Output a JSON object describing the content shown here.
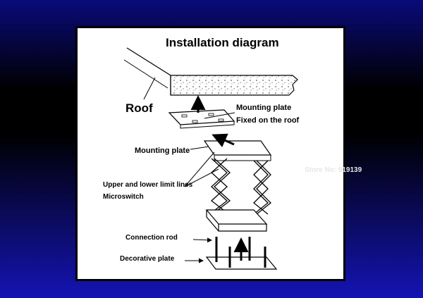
{
  "diagram": {
    "title": "Installation diagram",
    "labels": {
      "roof": "Roof",
      "mounting_plate_top": "Mounting plate",
      "fixed_on_roof": "Fixed on the roof",
      "mounting_plate": "Mounting plate",
      "limit_lines": "Upper and lower limit lines",
      "microswitch": "Microswitch",
      "connection_rod": "Connection rod",
      "decorative_plate": "Decorative plate"
    }
  },
  "watermark": "Store No: 919139",
  "colors": {
    "background_top": "#0a0a7a",
    "background_bottom": "#1414b4",
    "panel": "#ffffff",
    "ink": "#000000"
  }
}
